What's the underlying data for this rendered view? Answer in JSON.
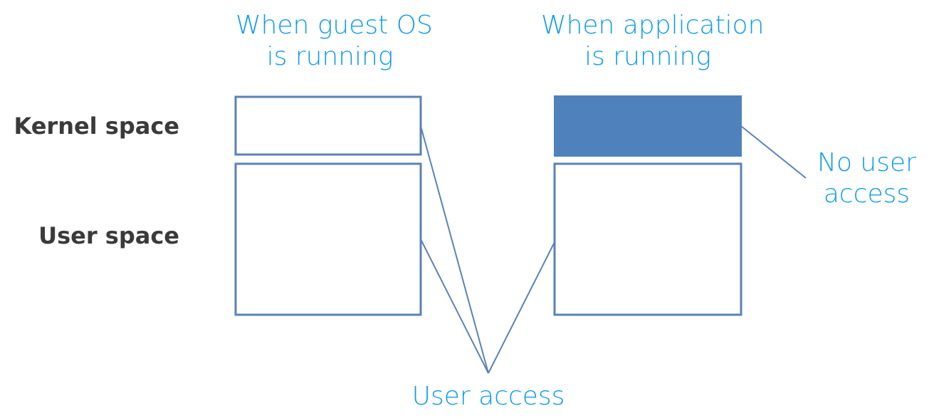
{
  "columns": {
    "guest_os": {
      "line1": "When guest OS",
      "line2": "is running"
    },
    "application": {
      "line1": "When application",
      "line2": "is running"
    }
  },
  "rows": {
    "kernel": "Kernel space",
    "user": "User space"
  },
  "annotations": {
    "user_access": "User access",
    "no_user_access_line1": "No user",
    "no_user_access_line2": "access"
  },
  "colors": {
    "accent_text": "#0f9ced",
    "box_stroke": "#5a82b8",
    "restricted_fill": "#4f81bd"
  }
}
